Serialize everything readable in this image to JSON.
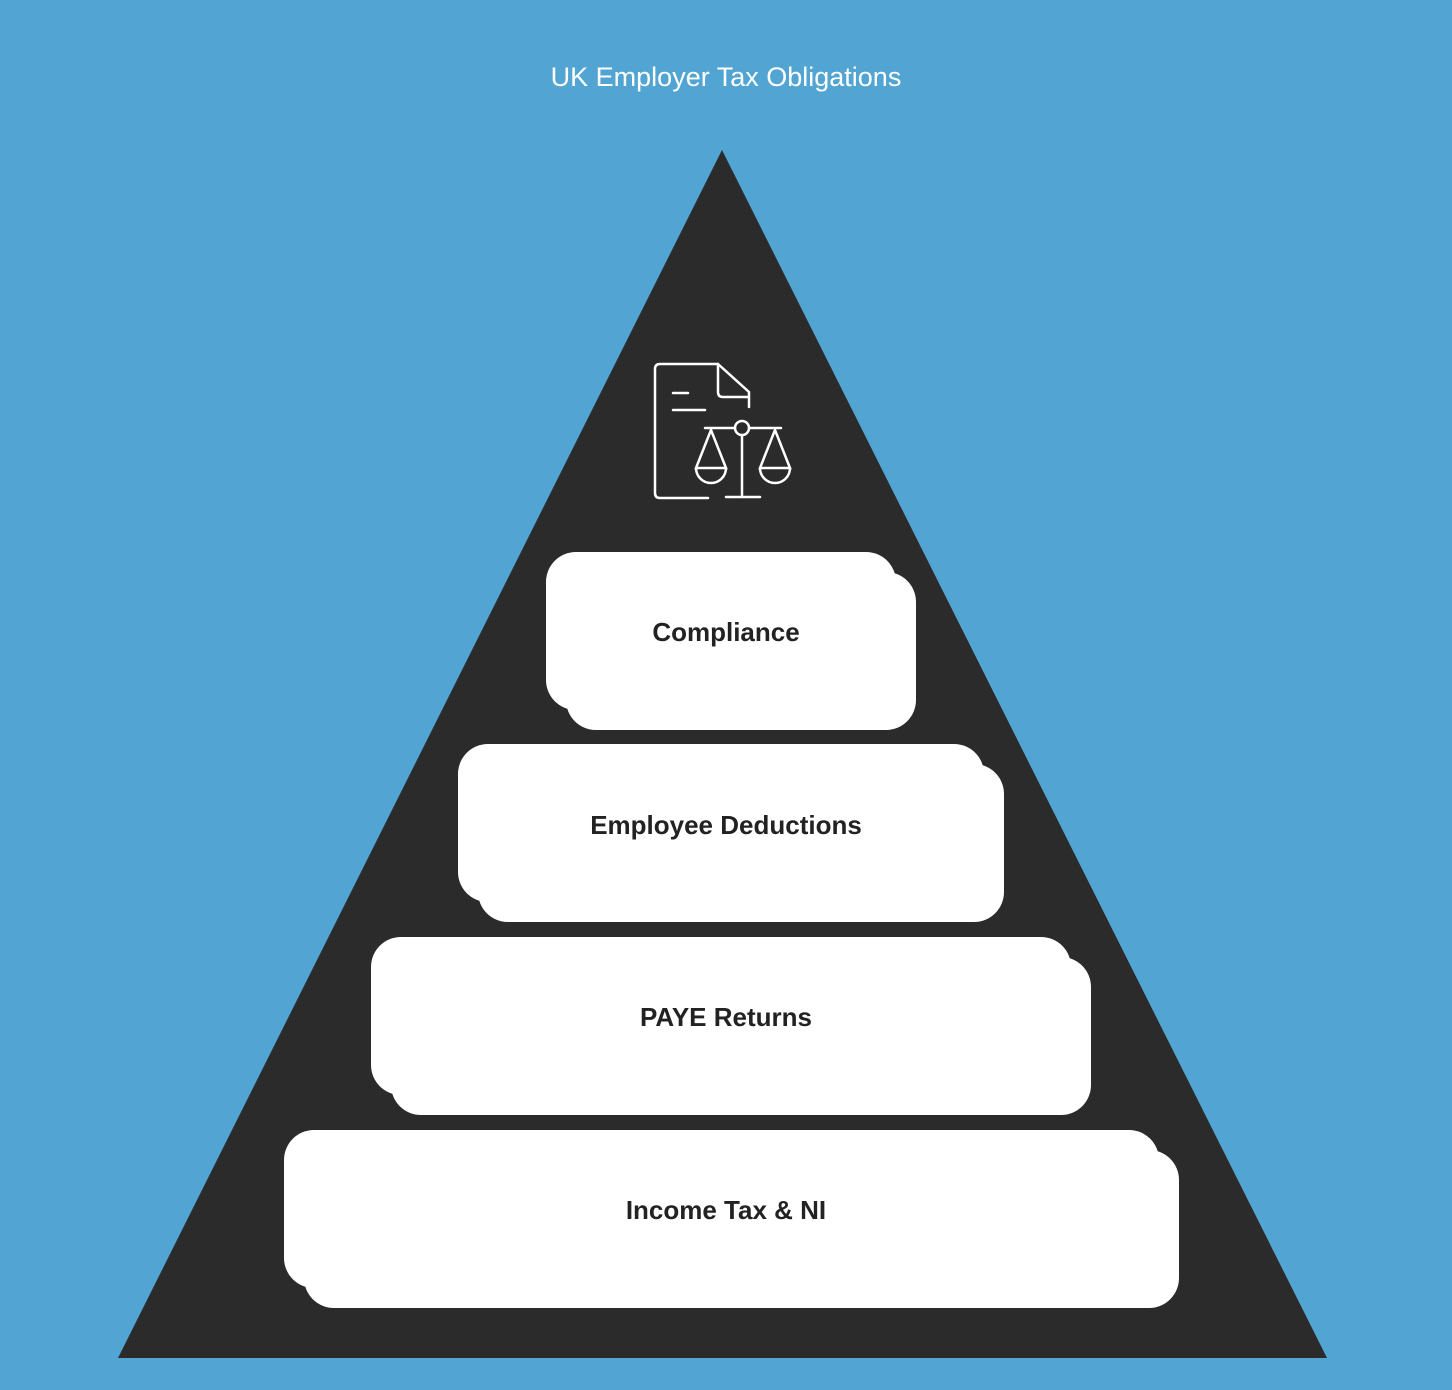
{
  "title": "UK Employer Tax Obligations",
  "icon": "document-scales-icon",
  "colors": {
    "background": "#52a5d2",
    "pyramid": "#2b2b2b",
    "box": "#ffffff",
    "text": "#222222"
  },
  "levels": [
    {
      "label": "Compliance"
    },
    {
      "label": "Employee Deductions"
    },
    {
      "label": "PAYE Returns"
    },
    {
      "label": "Income Tax & NI"
    }
  ]
}
